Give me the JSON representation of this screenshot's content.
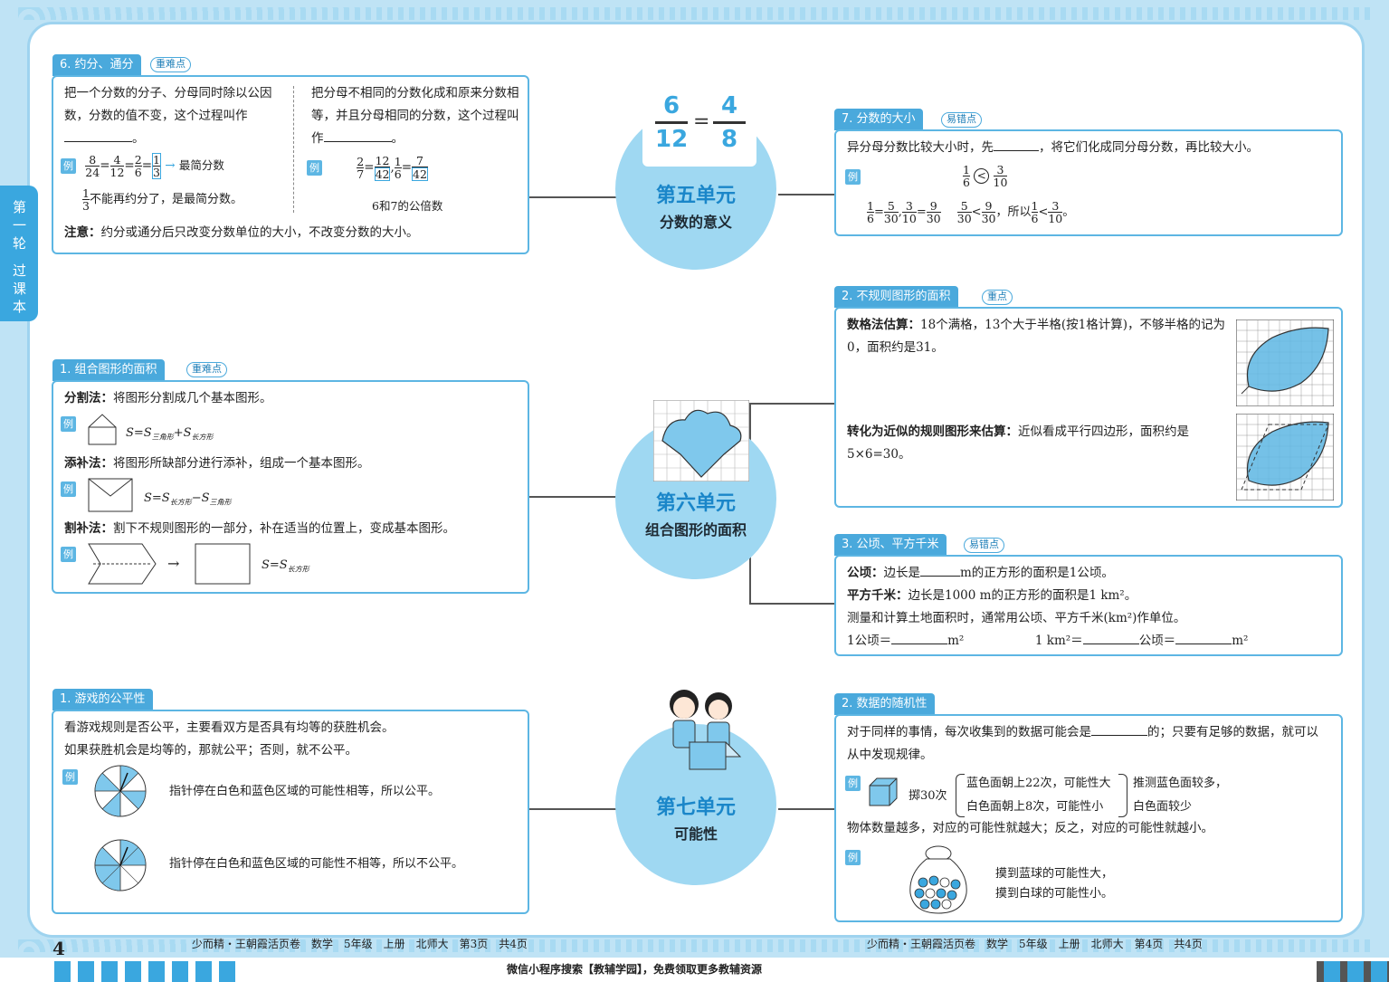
{
  "side_tab": {
    "line1": "第一轮",
    "line2": "过课本"
  },
  "units": {
    "u5": {
      "title": "第五单元",
      "subtitle": "分数的意义",
      "fraction_left": {
        "num": "6",
        "den": "12"
      },
      "equals": "=",
      "fraction_right": {
        "num": "4",
        "den": "8"
      }
    },
    "u6": {
      "title": "第六单元",
      "subtitle": "组合图形的面积"
    },
    "u7": {
      "title": "第七单元",
      "subtitle": "可能性"
    }
  },
  "b_reduce": {
    "tag": "6. 约分、通分",
    "badge": "重难点",
    "left_text": "把一个分数的分子、分母同时除以公因数，分数的值不变，这个过程叫作",
    "left_end": "。",
    "right_text": "把分母不相同的分数化成和原来分数相等，并且分母相同的分数，这个过程叫作",
    "right_end": "。",
    "ex": "例",
    "simplest": "最简分数",
    "third_text": "不能再约分了，是最简分数。",
    "lcm_text": "6和7的公倍数",
    "note_label": "注意：",
    "note_text": "约分或通分后只改变分数单位的大小，不改变分数的大小。",
    "f8": "8",
    "f24": "24",
    "f4": "4",
    "f12": "12",
    "f2": "2",
    "f6": "6",
    "f1": "1",
    "f3": "3",
    "f7": "7",
    "f42": "42"
  },
  "b_compare": {
    "tag": "7. 分数的大小",
    "badge": "易错点",
    "text1": "异分母分数比较大小时，先",
    "text2": "，将它们化成同分母分数，再比较大小。",
    "ex": "例",
    "lt": "<",
    "so": "，所以",
    "end": "。",
    "f1": "1",
    "f3": "3",
    "f5": "5",
    "f6": "6",
    "f9": "9",
    "f10": "10",
    "f30": "30"
  },
  "b_composite": {
    "tag": "1. 组合图形的面积",
    "badge": "重难点",
    "split_label": "分割法：",
    "split_text": "将图形分割成几个基本图形。",
    "split_formula": "S=S",
    "split_plus": "+S",
    "sub_tri": "三角形",
    "sub_rect": "长方形",
    "fill_label": "添补法：",
    "fill_text": "将图形所缺部分进行添补，组成一个基本图形。",
    "fill_formula": "S=S",
    "fill_minus": "−S",
    "cut_label": "割补法：",
    "cut_text": "割下不规则图形的一部分，补在适当的位置上，变成基本图形。",
    "cut_formula": "S=S",
    "arrow": "→",
    "ex": "例"
  },
  "b_irregular": {
    "tag": "2. 不规则图形的面积",
    "badge": "重点",
    "grid_label": "数格法估算：",
    "grid_text": "18个满格，13个大于半格(按1格计算)，不够半格的记为0，面积约是31。",
    "approx_label": "转化为近似的规则图形来估算：",
    "approx_text": "近似看成平行四边形，面积约是5×6=30。"
  },
  "b_hectare": {
    "tag": "3. 公顷、平方千米",
    "badge": "易错点",
    "ha_label": "公顷：",
    "ha_text1": "边长是",
    "ha_text2": "m的正方形的面积是1公顷。",
    "km_label": "平方千米：",
    "km_text": "边长是1000 m的正方形的面积是1 km²。",
    "note": "测量和计算土地面积时，通常用公顷、平方千米(km²)作单位。",
    "conv1a": "1公顷＝",
    "conv1b": "m²",
    "conv2a": "1 km²＝",
    "conv2b": "公顷＝",
    "conv2c": "m²"
  },
  "b_fair": {
    "tag": "1. 游戏的公平性",
    "text1": "看游戏规则是否公平，主要看双方是否具有均等的获胜机会。",
    "text2": "如果获胜机会是均等的，那就公平；否则，就不公平。",
    "ex": "例",
    "fair_text": "指针停在白色和蓝色区域的可能性相等，所以公平。",
    "unfair_text": "指针停在白色和蓝色区域的可能性不相等，所以不公平。"
  },
  "b_random": {
    "tag": "2. 数据的随机性",
    "text1": "对于同样的事情，每次收集到的数据可能会是",
    "text2": "的；只要有足够的数据，就可以从中发现规律。",
    "ex": "例",
    "throw": "掷30次",
    "blue_line": "蓝色面朝上22次，可能性大",
    "white_line": "白色面朝上8次，可能性小",
    "infer1": "推测蓝色面较多，",
    "infer2": "白色面较少",
    "more_text": "物体数量越多，对应的可能性就越大；反之，对应的可能性就越小。",
    "ball1": "摸到蓝球的可能性大，",
    "ball2": "摸到白球的可能性小。"
  },
  "footer": {
    "page_num": "4",
    "left": "少而精・王朝霞活页卷　数学　5年级　上册　北师大　第3页　共4页",
    "right": "少而精・王朝霞活页卷　数学　5年级　上册　北师大　第4页　共4页",
    "wechat": "微信小程序搜索【教辅学园】，免费领取更多教辅资源"
  },
  "colors": {
    "accent": "#3aa7df",
    "circle": "#9fd8f2",
    "unit_title": "#1a86c9"
  }
}
